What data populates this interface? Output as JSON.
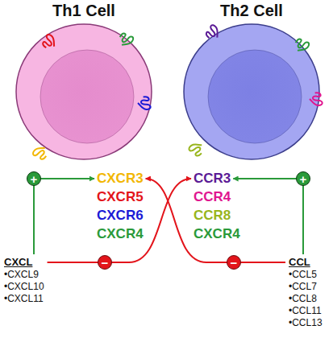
{
  "diagram": {
    "nodes": [
      {
        "text": [
          "Th1 Cell"
        ]
      },
      {
        "text": [
          "Th2 Cell"
        ]
      },
      {
        "text": [
          "CXCR3"
        ]
      },
      {
        "text": [
          "CXCR5"
        ]
      },
      {
        "text": [
          "CXCR6"
        ]
      },
      {
        "text": [
          "CXCR4"
        ]
      },
      {
        "text": [
          "CCR3"
        ]
      },
      {
        "text": [
          "CCR4"
        ]
      },
      {
        "text": [
          "CCR8"
        ]
      },
      {
        "text": [
          "CXCR4"
        ]
      },
      {
        "text": [
          "CXCL",
          "•CXCL9",
          "•CXCL10",
          "•CXCL11"
        ]
      },
      {
        "text": [
          "CCL",
          "•CCL5",
          "•CCL7",
          "•CCL8",
          "•CCL11",
          "•CCL13"
        ]
      }
    ],
    "edges": [
      {
        "from": 10,
        "to": 2,
        "arrow": "to",
        "label": "+"
      },
      {
        "from": 10,
        "to": 6,
        "arrow": "to",
        "label": "−"
      },
      {
        "from": 11,
        "to": 2,
        "arrow": "to",
        "label": "−"
      },
      {
        "from": 11,
        "to": 6,
        "arrow": "to",
        "label": "+"
      }
    ]
  }
}
